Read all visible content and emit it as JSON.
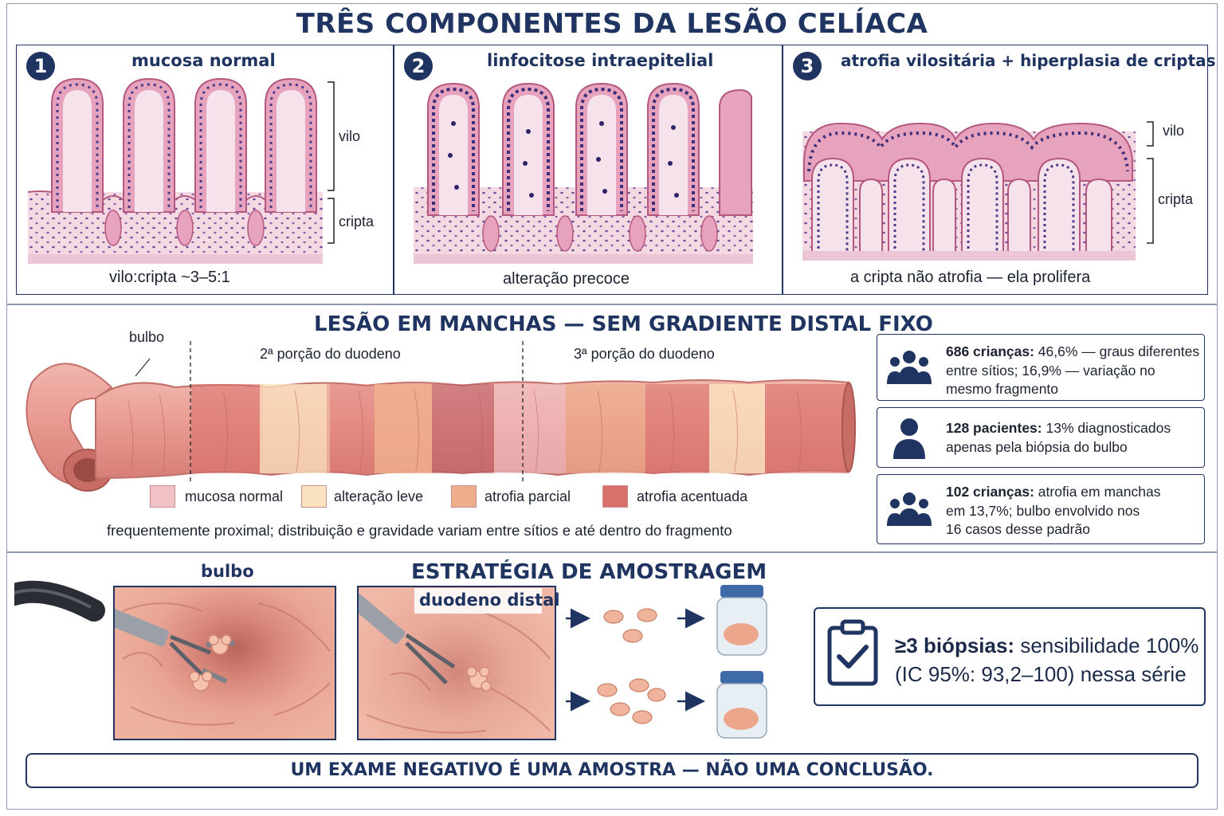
{
  "title": "TRÊS COMPONENTES DA LESÃO CELÍACA",
  "panels": [
    {
      "number": "1",
      "title": "mucosa normal",
      "caption": "vilo:cripta ~3–5:1",
      "labels": {
        "villus": "vilo",
        "crypt": "cripta"
      }
    },
    {
      "number": "2",
      "title": "linfocitose intraepitelial",
      "caption": "alteração precoce"
    },
    {
      "number": "3",
      "title": "atrofia vilositária + hiperplasia de criptas",
      "caption": "a cripta não atrofia — ela prolifera",
      "labels": {
        "villus": "vilo",
        "crypt": "cripta"
      }
    }
  ],
  "patchy": {
    "title": "LESÃO EM MANCHAS — SEM GRADIENTE DISTAL FIXO",
    "bulb_label": "bulbo",
    "segment2_label": "2ª porção do duodeno",
    "segment3_label": "3ª porção do duodeno",
    "legend": [
      {
        "label": "mucosa normal",
        "color": "#f0c2c6"
      },
      {
        "label": "alteração leve",
        "color": "#fbe3bf"
      },
      {
        "label": "atrofia parcial",
        "color": "#eeae8b"
      },
      {
        "label": "atrofia acentuada",
        "color": "#d9706a"
      }
    ],
    "footnote": "frequentemente proximal; distribuição e gravidade variam entre sítios e até dentro do fragmento"
  },
  "stats": [
    {
      "icon": "group-icon",
      "bold": "686 crianças:",
      "lines": [
        "686 crianças: 46,6% — graus diferentes",
        "entre sítios; 16,9% — variação no",
        "mesmo fragmento"
      ]
    },
    {
      "icon": "person-icon",
      "bold": "128 pacientes:",
      "lines": [
        "128 pacientes: 13% diagnosticados",
        "apenas pela biópsia do bulbo"
      ]
    },
    {
      "icon": "group-icon",
      "bold": "102 crianças:",
      "lines": [
        "102 crianças: atrofia em manchas",
        "em 13,7%; bulbo envolvido nos",
        "16 casos desse padrão"
      ]
    }
  ],
  "sampling": {
    "title": "ESTRATÉGIA DE AMOSTRAGEM",
    "bulb_label": "bulbo",
    "distal_label": "duodeno distal"
  },
  "summary": {
    "bold": "≥3 biópsias:",
    "rest": " sensibilidade 100%",
    "line2": "(IC 95%: 93,2–100) nessa série"
  },
  "conclusion": "UM EXAME NEGATIVO É UMA AMOSTRA — NÃO UMA CONCLUSÃO.",
  "colors": {
    "navy": "#1f3461",
    "tissue": "#e9a6bd",
    "nuclei": "#4a3c8c",
    "stroma": "#f5dbe2"
  }
}
